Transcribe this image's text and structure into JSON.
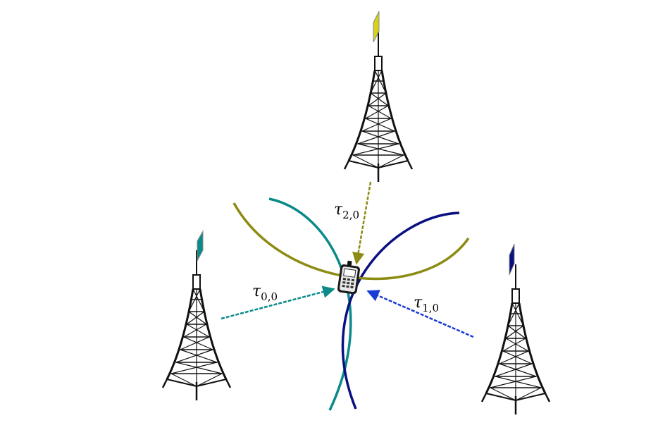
{
  "colors": {
    "teal": "#0b8a8a",
    "olive": "#8c8c14",
    "navy": "#0a1080",
    "blue": "#1a3ad6",
    "yellow": "#d6d21a",
    "tower": "#111111"
  },
  "towers": [
    {
      "id": "tower-0",
      "flag_color": "teal"
    },
    {
      "id": "tower-1",
      "flag_color": "navy"
    },
    {
      "id": "tower-2",
      "flag_color": "yellow"
    }
  ],
  "labels": {
    "tau00": {
      "sym": "τ",
      "sub": "0,0"
    },
    "tau10": {
      "sym": "τ",
      "sub": "1,0"
    },
    "tau20": {
      "sym": "τ",
      "sub": "2,0"
    }
  },
  "icons": [
    "radio-tower-icon",
    "mobile-phone-icon",
    "antenna-flag-icon"
  ]
}
